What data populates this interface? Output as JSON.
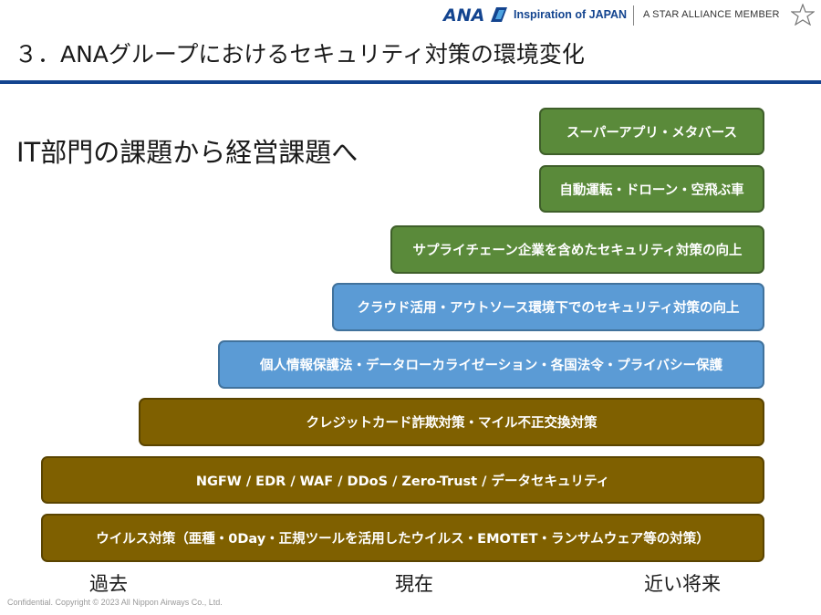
{
  "header": {
    "brand": "ANA",
    "tagline": "Inspiration of JAPAN",
    "alliance": "A STAR ALLIANCE MEMBER",
    "brand_color": "#13448f"
  },
  "title": "３．ANAグループにおけるセキュリティ対策の環境変化",
  "subtitle": "IT部門の課題から経営課題へ",
  "bars": [
    {
      "label": "スーパーアプリ・メタバース",
      "color": "#5a8a3a"
    },
    {
      "label": "自動運転・ドローン・空飛ぶ車",
      "color": "#5a8a3a"
    },
    {
      "label": "サプライチェーン企業を含めたセキュリティ対策の向上",
      "color": "#5a8a3a"
    },
    {
      "label": "クラウド活用・アウトソース環境下でのセキュリティ対策の向上",
      "color": "#5b9bd5"
    },
    {
      "label": "個人情報保護法・データローカライゼーション・各国法令・プライバシー保護",
      "color": "#5b9bd5"
    },
    {
      "label": "クレジットカード詐欺対策・マイル不正交換対策",
      "color": "#7f6000"
    },
    {
      "label": "NGFW / EDR / WAF / DDoS /  Zero-Trust  /  データセキュリティ",
      "color": "#7f6000"
    },
    {
      "label": "ウイルス対策（亜種・0Day・正規ツールを活用したウイルス・EMOTET・ランサムウェア等の対策）",
      "color": "#7f6000"
    }
  ],
  "timeline": {
    "past": "過去",
    "present": "現在",
    "future": "近い将来"
  },
  "footer": "Confidential. Copyright © 2023 All Nippon Airways Co., Ltd."
}
